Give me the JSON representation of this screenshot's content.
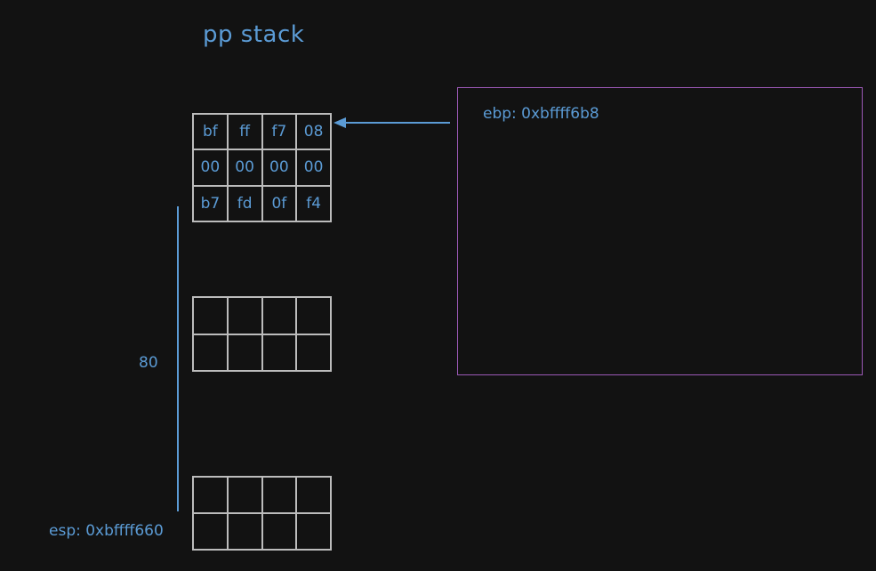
{
  "title": "pp stack",
  "top_grid": [
    [
      "bf",
      "ff",
      "f7",
      "08"
    ],
    [
      "00",
      "00",
      "00",
      "00"
    ],
    [
      "b7",
      "fd",
      "0f",
      "f4"
    ]
  ],
  "mid_grid_rows": 2,
  "bottom_grid_rows": 2,
  "ebp_label": "ebp: 0xbffff6b8",
  "esp_label": "esp: 0xbffff660",
  "distance_label": "80",
  "colors": {
    "background": "#121212",
    "text_blue": "#5b9bd5",
    "grid_gray": "#bcbcbc",
    "frame_purple": "#9b59b6"
  }
}
